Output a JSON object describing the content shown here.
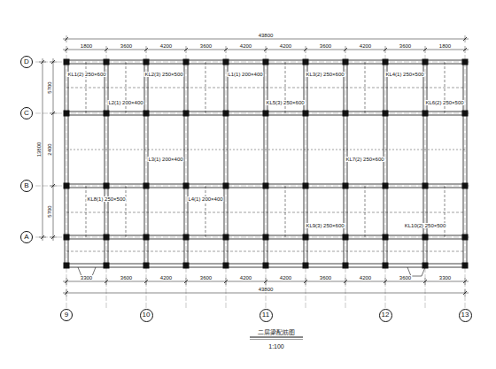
{
  "diagram": {
    "nodes": [
      {
        "text": [
          "D"
        ]
      },
      {
        "text": [
          "C"
        ]
      },
      {
        "text": [
          "B"
        ]
      },
      {
        "text": [
          "A"
        ]
      },
      {
        "text": [
          "9"
        ]
      },
      {
        "text": [
          "10"
        ]
      },
      {
        "text": [
          "11"
        ]
      },
      {
        "text": [
          "12"
        ]
      },
      {
        "text": [
          "13"
        ]
      }
    ],
    "labels": [
      "1800",
      "3600",
      "4200",
      "3600",
      "4200",
      "4200",
      "3600",
      "4200",
      "3600",
      "1800",
      "43800",
      "3300",
      "3600",
      "4200",
      "3600",
      "4200",
      "4200",
      "3600",
      "4200",
      "3600",
      "3300",
      "43800",
      "5700",
      "2400",
      "5700",
      "13800",
      "KL1(2) 250×600",
      "KL2(3) 250×500",
      "L1(1) 200×400",
      "KL3(2) 250×600",
      "KL4(1) 250×500",
      "L2(1) 200×400",
      "KL5(3) 250×600",
      "KL6(2) 250×500",
      "L3(1) 200×400",
      "KL7(2) 250×600",
      "KL8(1) 250×500",
      "L4(1) 200×400",
      "KL9(3) 250×600",
      "KL10(2) 250×500",
      "二层梁配筋图",
      "1:100"
    ]
  }
}
